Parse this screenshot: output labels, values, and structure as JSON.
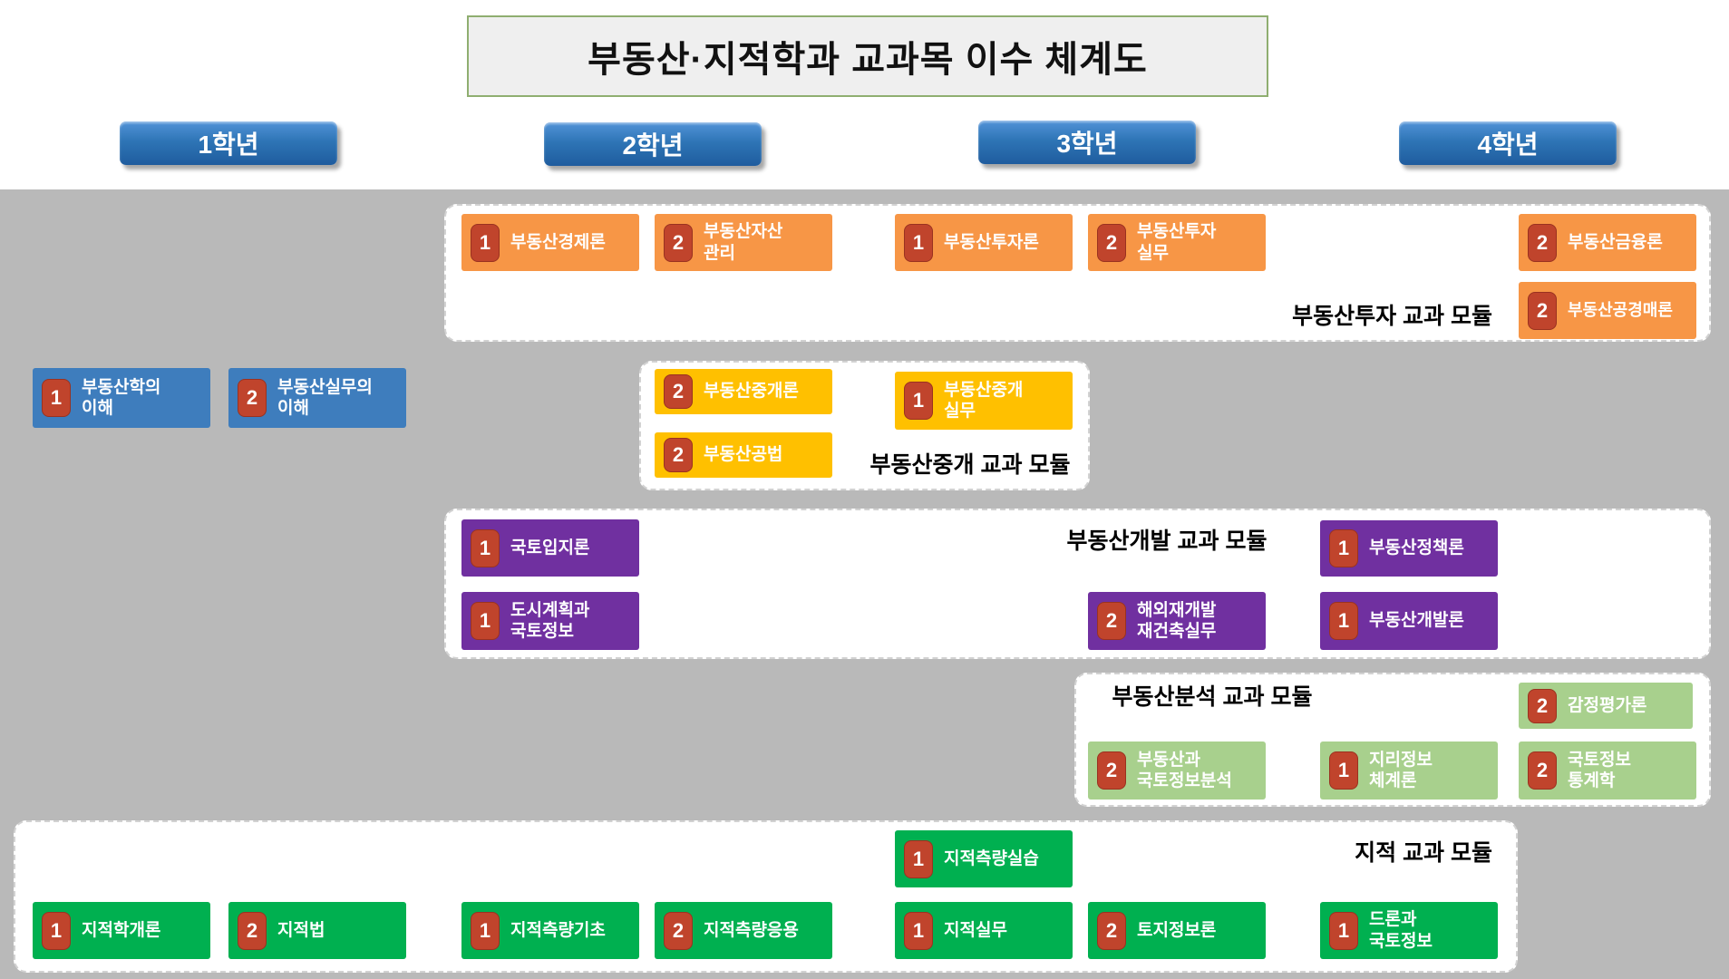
{
  "title": "부동산·지적학과 교과목 이수 체계도",
  "year_headers": [
    "1학년",
    "2학년",
    "3학년",
    "4학년"
  ],
  "palette": {
    "background_band": "#b9b9b9",
    "year_button_blue": "#2e75b6",
    "semester_badge_red": "#c0442c",
    "invest_orange": "#f79646",
    "first_year_blue": "#3e7dbd",
    "broker_yellow": "#ffc000",
    "develop_purple": "#7030a0",
    "analysis_light_green": "#a8d08d",
    "cadastral_green": "#00b050"
  },
  "first_year": {
    "courses": [
      {
        "semester": "1",
        "name": "부동산학의\n이해"
      },
      {
        "semester": "2",
        "name": "부동산실무의\n이해"
      }
    ]
  },
  "modules": [
    {
      "id": "invest",
      "label": "부동산투자 교과 모듈",
      "courses": [
        {
          "semester": "1",
          "name": "부동산경제론"
        },
        {
          "semester": "2",
          "name": "부동산자산\n관리"
        },
        {
          "semester": "1",
          "name": "부동산투자론"
        },
        {
          "semester": "2",
          "name": "부동산투자\n실무"
        },
        {
          "semester": "2",
          "name": "부동산금융론"
        },
        {
          "semester": "2",
          "name": "부동산공경매론"
        }
      ]
    },
    {
      "id": "broker",
      "label": "부동산중개 교과 모듈",
      "courses": [
        {
          "semester": "2",
          "name": "부동산중개론"
        },
        {
          "semester": "1",
          "name": "부동산중개\n실무"
        },
        {
          "semester": "2",
          "name": "부동산공법"
        }
      ]
    },
    {
      "id": "develop",
      "label": "부동산개발 교과 모듈",
      "courses": [
        {
          "semester": "1",
          "name": "국토입지론"
        },
        {
          "semester": "1",
          "name": "도시계획과\n국토정보"
        },
        {
          "semester": "2",
          "name": "해외재개발\n재건축실무"
        },
        {
          "semester": "1",
          "name": "부동산정책론"
        },
        {
          "semester": "1",
          "name": "부동산개발론"
        }
      ]
    },
    {
      "id": "analysis",
      "label": "부동산분석 교과 모듈",
      "courses": [
        {
          "semester": "2",
          "name": "감정평가론"
        },
        {
          "semester": "2",
          "name": "부동산과\n국토정보분석"
        },
        {
          "semester": "1",
          "name": "지리정보\n체계론"
        },
        {
          "semester": "2",
          "name": "국토정보\n통계학"
        }
      ]
    },
    {
      "id": "cadastral",
      "label": "지적 교과 모듈",
      "courses": [
        {
          "semester": "1",
          "name": "지적측량실습"
        },
        {
          "semester": "1",
          "name": "지적학개론"
        },
        {
          "semester": "2",
          "name": "지적법"
        },
        {
          "semester": "1",
          "name": "지적측량기초"
        },
        {
          "semester": "2",
          "name": "지적측량응용"
        },
        {
          "semester": "1",
          "name": "지적실무"
        },
        {
          "semester": "2",
          "name": "토지정보론"
        },
        {
          "semester": "1",
          "name": "드론과\n국토정보"
        }
      ]
    }
  ]
}
